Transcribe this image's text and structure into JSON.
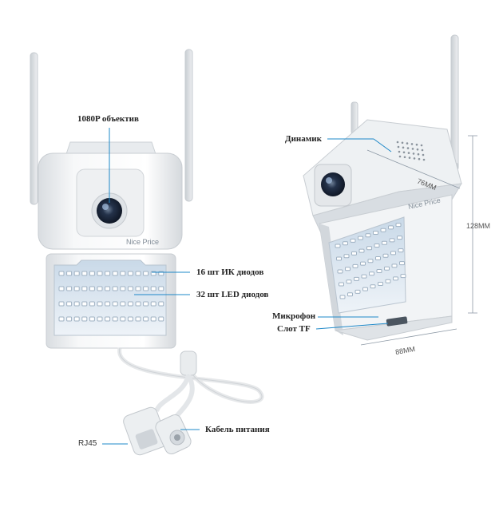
{
  "labels": {
    "lens": "1080P объектив",
    "ir_diodes": "16 шт ИК диодов",
    "led_diodes": "32 шт LED диодов",
    "power_cable": "Кабель питания",
    "rj45": "RJ45",
    "speaker": "Динамик",
    "microphone": "Микрофон",
    "tf_slot": "Слот TF"
  },
  "dimensions": {
    "depth": "76MM",
    "height": "128MM",
    "width": "88MM"
  },
  "brand": {
    "logo_text": "Nice Price"
  },
  "colors": {
    "body": "#f1f3f5",
    "line": "#1e88c8",
    "led": "#dfe9f2",
    "lens": "#1f2a3a"
  }
}
